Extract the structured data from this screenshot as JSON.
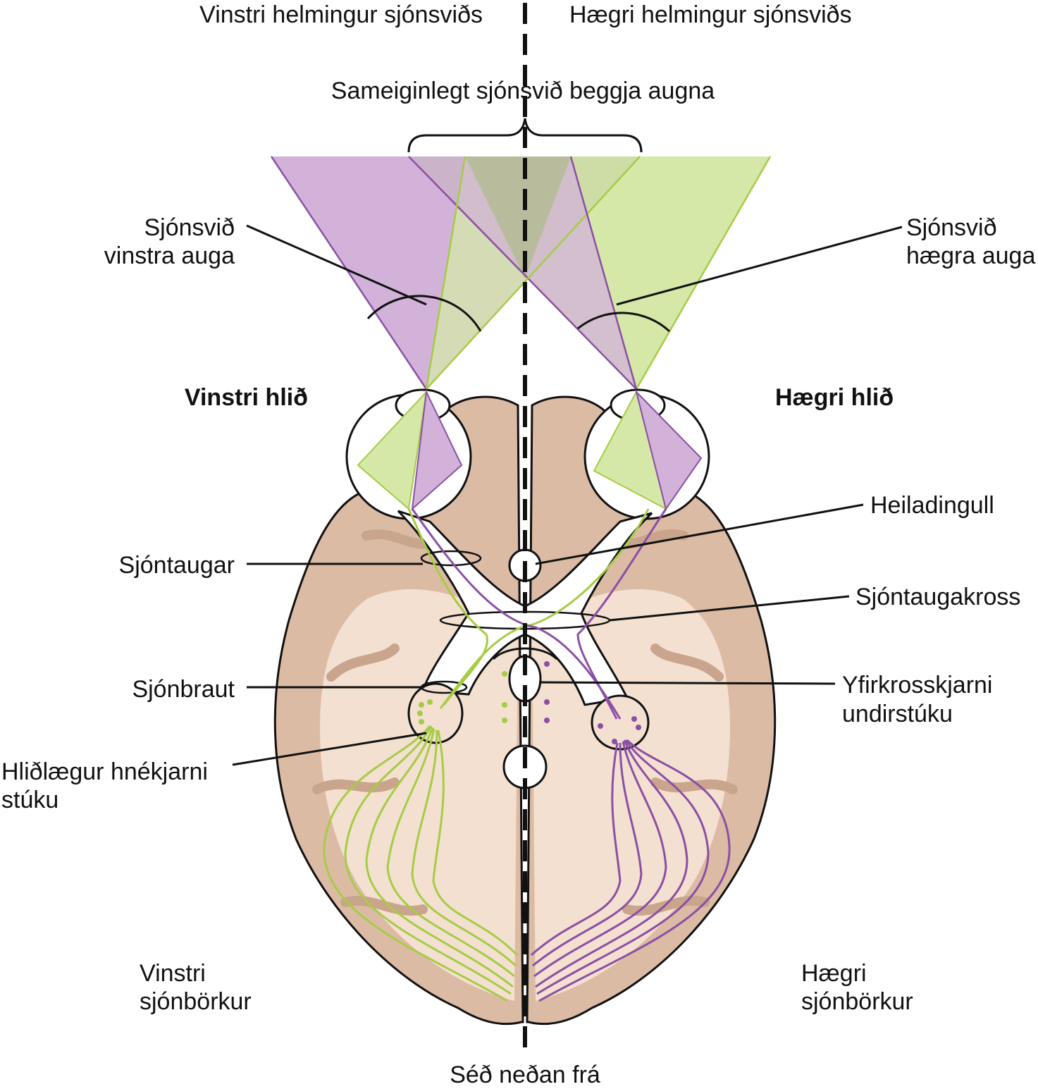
{
  "colors": {
    "left_pathway": "#a6cc45",
    "right_pathway": "#8b4fa5",
    "left_field_fill": "#d5e8a8",
    "right_field_fill": "#d2b2d9",
    "overlap_fill": "#b9bc9c",
    "brain_fill": "#dcbba4",
    "brain_light": "#f3e0d0",
    "brain_outline": "#111111",
    "midline": "#111111"
  },
  "header": {
    "left_half_field": "Vinstri helmingur sjónsviðs",
    "right_half_field": "Hægri helmingur sjónsviðs",
    "binocular_field": "Sameiginlegt sjónsvið beggja augna"
  },
  "sides": {
    "left": "Vinstri hlið",
    "right": "Hægri hlið"
  },
  "labels": {
    "left_eye_field": [
      "Sjónsvið",
      "vinstra auga"
    ],
    "right_eye_field": [
      "Sjónsvið",
      "hægra auga"
    ],
    "optic_nerves": "Sjóntaugar",
    "pituitary": "Heiladingull",
    "optic_chiasm": "Sjóntaugakross",
    "optic_tract": "Sjónbraut",
    "suprachiasmatic": [
      "Yfirkrosskjarni",
      "undirstúku"
    ],
    "lgn": [
      "Hliðlægur hnékjarni",
      "stúku"
    ],
    "left_cortex": [
      "Vinstri",
      "sjónbörkur"
    ],
    "right_cortex": [
      "Hægri",
      "sjónbörkur"
    ]
  },
  "footer": {
    "view": "Séð neðan frá"
  }
}
